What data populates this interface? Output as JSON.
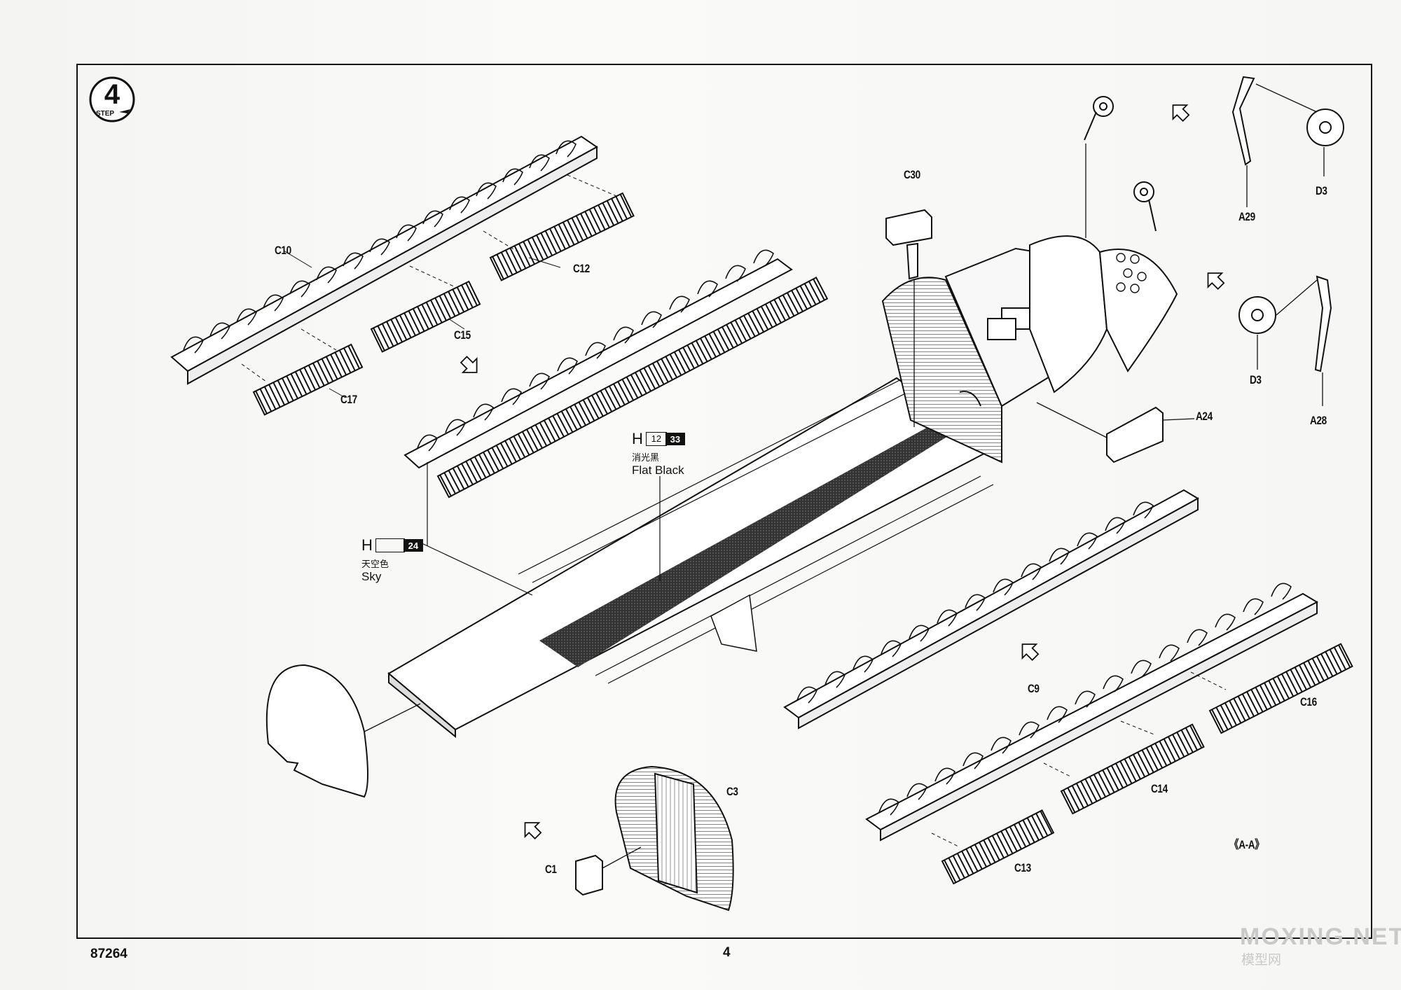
{
  "step": {
    "number": "4",
    "word": "STEP"
  },
  "labels": {
    "C10": "C10",
    "C12": "C12",
    "C15": "C15",
    "C17": "C17",
    "C30": "C30",
    "A29": "A29",
    "D3a": "D3",
    "D3b": "D3",
    "A28": "A28",
    "A24": "A24",
    "C9": "C9",
    "C16": "C16",
    "C14": "C14",
    "C13": "C13",
    "C3": "C3",
    "C1": "C1"
  },
  "paint_sky": {
    "letter": "H",
    "white_code": "",
    "black_code": "24",
    "cn": "天空色",
    "en": "Sky"
  },
  "paint_black": {
    "letter": "H",
    "white_code": "12",
    "black_code": "33",
    "cn": "消光黑",
    "en": "Flat Black"
  },
  "section": "《A-A》",
  "footer": {
    "kit_number": "87264",
    "page_number": "4"
  },
  "watermark": {
    "text": "MOXING.NET",
    "cn": "模型网"
  },
  "colors": {
    "ink": "#111111",
    "paper": "#f6f6f4",
    "watermark": "#c9c9c9"
  }
}
